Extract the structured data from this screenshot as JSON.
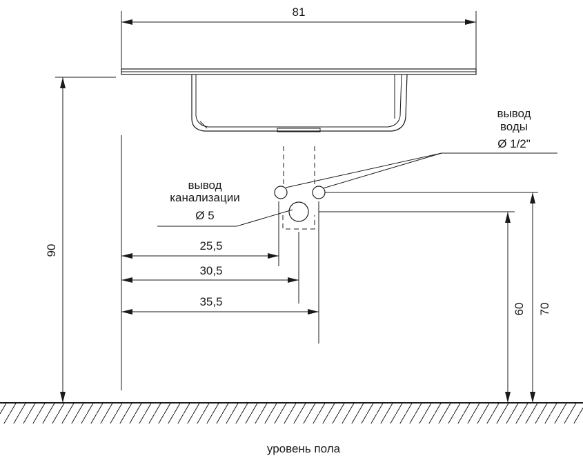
{
  "dimensions": {
    "width": "81",
    "height_total": "90",
    "drain_from_left": "25,5",
    "drain_center_from_left": "30,5",
    "water_from_left": "35,5",
    "drain_height": "60",
    "water_height": "70"
  },
  "labels": {
    "water_outlet_line1": "вывод",
    "water_outlet_line2": "воды",
    "water_outlet_diameter": "Ø 1/2\"",
    "sewer_outlet_line1": "вывод",
    "sewer_outlet_line2": "канализации",
    "sewer_outlet_diameter": "Ø 5",
    "floor_level": "уровень пола"
  }
}
